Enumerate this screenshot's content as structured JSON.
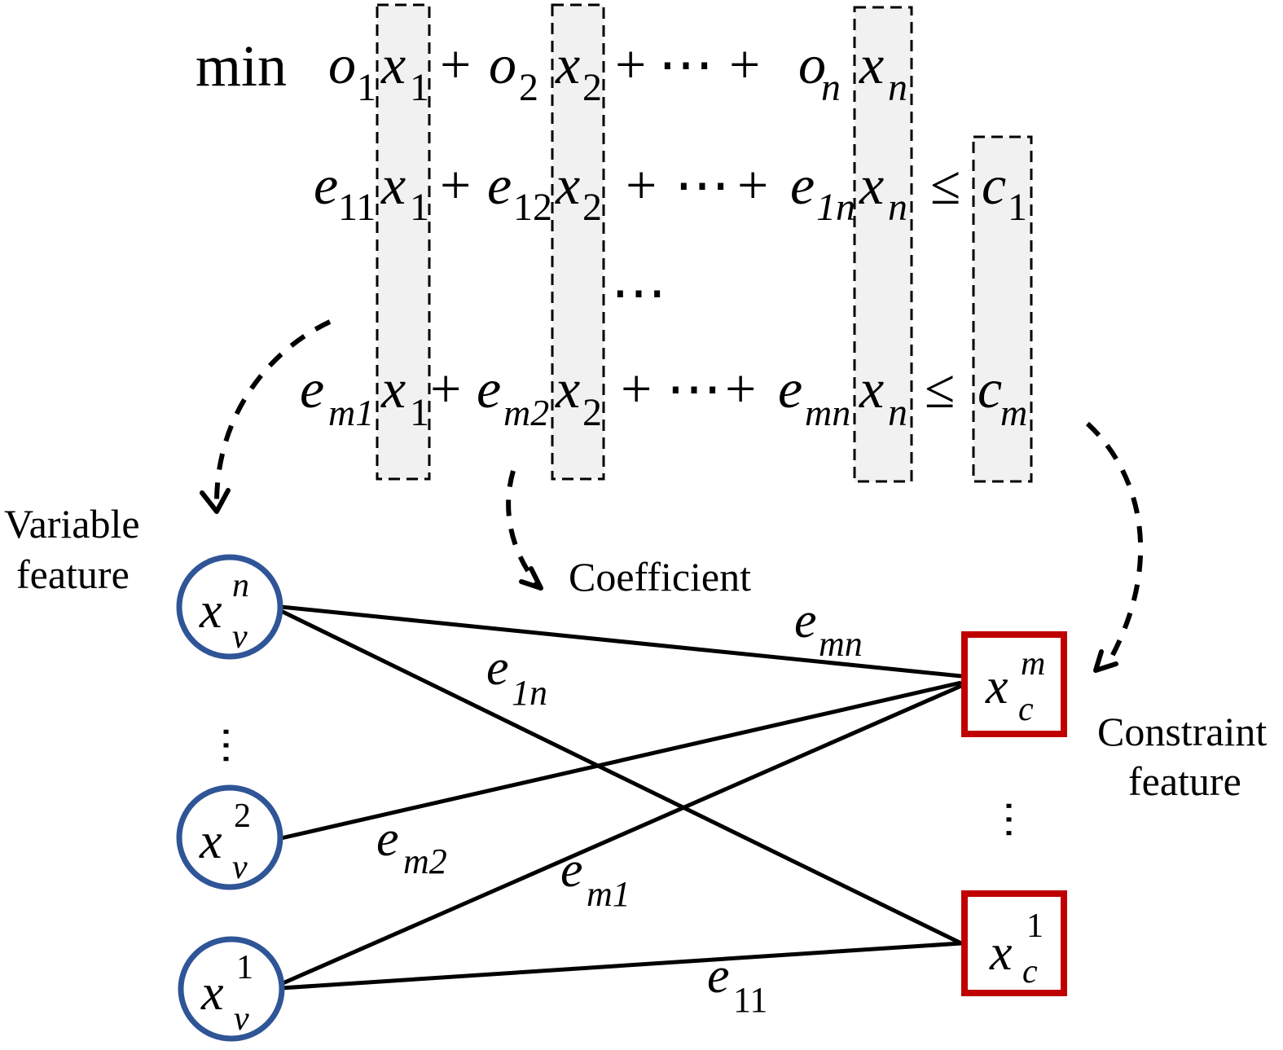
{
  "formulation": {
    "objective_keyword": "min",
    "rows": [
      {
        "name": "objective",
        "terms": [
          {
            "coef": "o",
            "coef_sub": "1",
            "var": "x",
            "var_sub": "1"
          },
          {
            "coef": "o",
            "coef_sub": "2",
            "var": "x",
            "var_sub": "2"
          },
          {
            "coef": "o",
            "coef_sub": "n",
            "var": "x",
            "var_sub": "n"
          }
        ]
      },
      {
        "name": "constraint-1",
        "terms": [
          {
            "coef": "e",
            "coef_sub": "11",
            "var": "x",
            "var_sub": "1"
          },
          {
            "coef": "e",
            "coef_sub": "12",
            "var": "x",
            "var_sub": "2"
          },
          {
            "coef": "e",
            "coef_sub": "1n",
            "var": "x",
            "var_sub": "n"
          }
        ],
        "rhs": {
          "sym": "c",
          "sub": "1"
        }
      },
      {
        "name": "constraint-m",
        "terms": [
          {
            "coef": "e",
            "coef_sub": "m1",
            "var": "x",
            "var_sub": "1"
          },
          {
            "coef": "e",
            "coef_sub": "m2",
            "var": "x",
            "var_sub": "2"
          },
          {
            "coef": "e",
            "coef_sub": "mn",
            "var": "x",
            "var_sub": "n"
          }
        ],
        "rhs": {
          "sym": "c",
          "sub": "m"
        }
      }
    ],
    "plus": "+",
    "ellipsis": "⋯",
    "leq": "≤",
    "vertical_ellipsis": "⋯"
  },
  "labels": {
    "variable_feature": [
      "Variable",
      "feature"
    ],
    "coefficient": "Coefficient",
    "constraint_feature": [
      "Constraint",
      "feature"
    ]
  },
  "variable_nodes": [
    {
      "sym": "x",
      "sub": "v",
      "sup": "n"
    },
    {
      "sym": "x",
      "sub": "v",
      "sup": "2"
    },
    {
      "sym": "x",
      "sub": "v",
      "sup": "1"
    }
  ],
  "constraint_nodes": [
    {
      "sym": "x",
      "sub": "c",
      "sup": "m"
    },
    {
      "sym": "x",
      "sub": "c",
      "sup": "1"
    }
  ],
  "edges": [
    {
      "from": "x_v^n",
      "to": "x_c^m",
      "label": "e",
      "label_sub": "mn"
    },
    {
      "from": "x_v^n",
      "to": "x_c^1",
      "label": "e",
      "label_sub": "1n"
    },
    {
      "from": "x_v^2",
      "to": "x_c^m",
      "label": "e",
      "label_sub": "m2"
    },
    {
      "from": "x_v^1",
      "to": "x_c^m",
      "label": "e",
      "label_sub": "m1"
    },
    {
      "from": "x_v^1",
      "to": "x_c^1",
      "label": "e",
      "label_sub": "11"
    }
  ],
  "colors": {
    "variable_node": "#2f5597",
    "constraint_node": "#c00000",
    "column_highlight": "#f1f1f1"
  },
  "dots": "⋮"
}
